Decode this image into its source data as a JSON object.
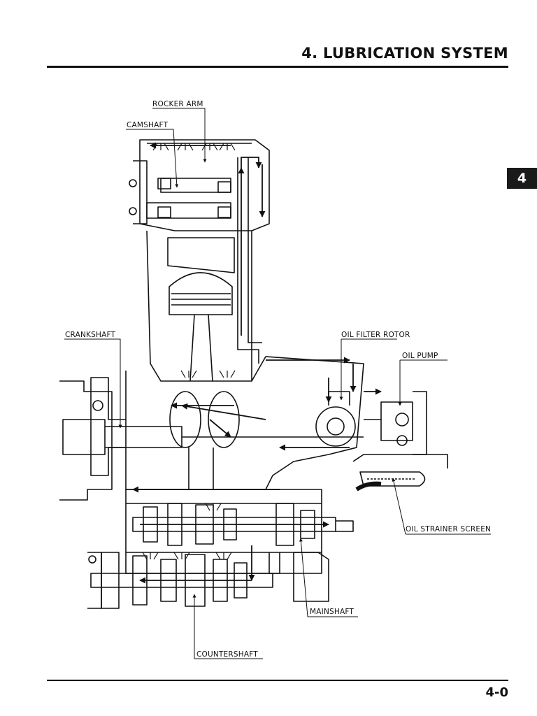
{
  "header": {
    "title": "4. LUBRICATION SYSTEM"
  },
  "chapter_tab": "4",
  "footer": {
    "page_number": "4-0"
  },
  "diagram": {
    "callouts": {
      "rocker_arm": "ROCKER ARM",
      "camshaft": "CAMSHAFT",
      "crankshaft": "CRANKSHAFT",
      "oil_filter_rotor": "OIL FILTER ROTOR",
      "oil_pump": "OIL PUMP",
      "oil_strainer_screen": "OIL STRAINER SCREEN",
      "mainshaft": "MAINSHAFT",
      "countershaft": "COUNTERSHAFT"
    }
  }
}
